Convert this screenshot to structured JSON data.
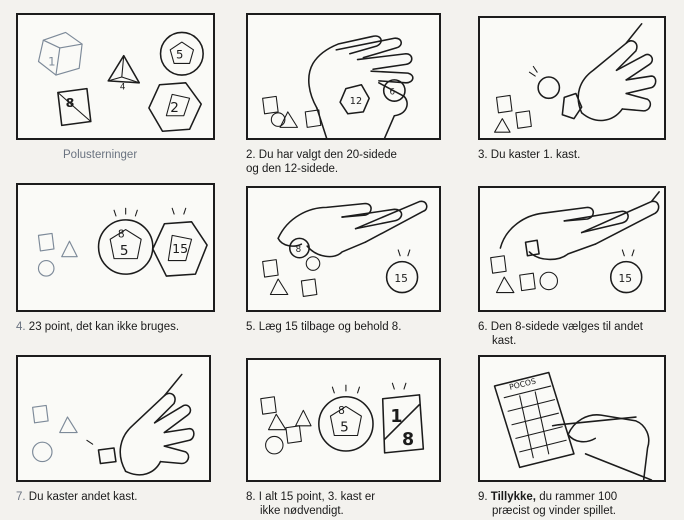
{
  "panels": [
    {
      "number": "",
      "text": "Polusterninger"
    },
    {
      "number": "2.",
      "line1": "Du har valgt den 20-sidede",
      "line2": "og den 12-sidede."
    },
    {
      "number": "3.",
      "text": "Du kaster 1. kast."
    },
    {
      "number": "4.",
      "text": "23 point, det kan ikke bruges."
    },
    {
      "number": "5.",
      "text": "Læg 15 tilbage og behold 8."
    },
    {
      "number": "6.",
      "line1": "Den 8-sidede vælges til andet",
      "line2": "kast."
    },
    {
      "number": "7.",
      "text": "Du kaster andet kast."
    },
    {
      "number": "8.",
      "line1": "I alt 15 point, 3. kast er",
      "line2": "ikke nødvendigt."
    },
    {
      "number": "9.",
      "bold": "Tillykke,",
      "line1_rest": "du rammer 100",
      "line2": "præcist og vinder spillet."
    }
  ],
  "dice_labels": {
    "d4": "4",
    "d4_alt": "1",
    "d8": "8",
    "d8_alt": "1",
    "d12": "5",
    "d12_alt": "6",
    "d20": "2",
    "d20_alt": "12",
    "d20_result": "15",
    "d12_result": "8",
    "d12_back": "6",
    "pad_title": "POCOS"
  },
  "colors": {
    "ink": "#1c1c1c",
    "faded": "#7d8a99",
    "background": "#f3f2ee",
    "panel": "#fafaf7"
  }
}
